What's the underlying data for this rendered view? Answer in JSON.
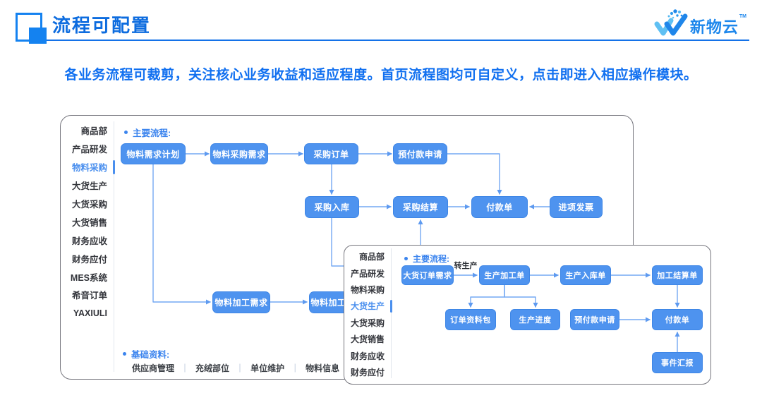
{
  "header": {
    "title": "流程可配置",
    "logo_text": "新物云",
    "logo_tm": "TM"
  },
  "subtitle": "各业务流程可裁剪，关注核心业务收益和适应程度。首页流程图均可自定义，点击即进入相应操作模块。",
  "colors": {
    "accent": "#1472e8",
    "node_fill": "#4e93ef",
    "node_border": "#3e86e6",
    "connector": "#74a8f3",
    "selected_item": "#4a8fee"
  },
  "panels": [
    {
      "sidebar": {
        "items": [
          "商品部",
          "产品研发",
          "物料采购",
          "大货生产",
          "大货采购",
          "大货销售",
          "财务应收",
          "财务应付",
          "MES系统",
          "希音订单",
          "YAXIULI"
        ],
        "selected_index": 2
      },
      "flow_label": "主要流程:",
      "nodes": [
        {
          "id": "mrp",
          "label": "物料需求计划"
        },
        {
          "id": "pur_req",
          "label": "物料采购需求"
        },
        {
          "id": "po",
          "label": "采购订单"
        },
        {
          "id": "prepay",
          "label": "预付款申请"
        },
        {
          "id": "inbound",
          "label": "采购入库"
        },
        {
          "id": "settle",
          "label": "采购结算"
        },
        {
          "id": "pay",
          "label": "付款单"
        },
        {
          "id": "invoice",
          "label": "进项发票"
        },
        {
          "id": "proc_req",
          "label": "物料加工需求"
        },
        {
          "id": "proc_order",
          "label": "物料加工订单"
        }
      ],
      "edges": [
        {
          "from": "mrp",
          "to": "pur_req"
        },
        {
          "from": "pur_req",
          "to": "po"
        },
        {
          "from": "po",
          "to": "prepay"
        },
        {
          "from": "po",
          "to": "inbound"
        },
        {
          "from": "prepay",
          "to": "pay"
        },
        {
          "from": "inbound",
          "to": "settle"
        },
        {
          "from": "settle",
          "to": "pay"
        },
        {
          "from": "invoice",
          "to": "pay"
        },
        {
          "from": "offpanel",
          "to": "settle"
        },
        {
          "from": "inbound",
          "to": "offpanel"
        },
        {
          "from": "mrp",
          "to": "proc_req"
        },
        {
          "from": "proc_req",
          "to": "proc_order"
        }
      ],
      "base_label": "基础资料:",
      "base_items": [
        "供应商管理",
        "充绒部位",
        "单位维护",
        "物料信息"
      ],
      "base_separator": "｜"
    },
    {
      "sidebar": {
        "items": [
          "商品部",
          "产品研发",
          "物料采购",
          "大货生产",
          "大货采购",
          "大货销售",
          "财务应收",
          "财务应付"
        ],
        "selected_index": 3
      },
      "flow_label": "主要流程:",
      "nodes": [
        {
          "id": "order_req",
          "label": "大货订单需求"
        },
        {
          "id": "prod_order",
          "label": "生产加工单"
        },
        {
          "id": "prod_in",
          "label": "生产入库单"
        },
        {
          "id": "proc_settle",
          "label": "加工结算单"
        },
        {
          "id": "order_pack",
          "label": "订单资料包"
        },
        {
          "id": "progress",
          "label": "生产进度"
        },
        {
          "id": "prepay",
          "label": "预付款申请"
        },
        {
          "id": "pay",
          "label": "付款单"
        },
        {
          "id": "event",
          "label": "事件汇报"
        }
      ],
      "edges": [
        {
          "from": "order_req",
          "to": "prod_order",
          "label": "转生产"
        },
        {
          "from": "prod_order",
          "to": "prod_in"
        },
        {
          "from": "prod_in",
          "to": "proc_settle"
        },
        {
          "from": "prod_order",
          "to": "order_pack"
        },
        {
          "from": "prod_order",
          "to": "progress"
        },
        {
          "from": "proc_settle",
          "to": "pay"
        },
        {
          "from": "prepay",
          "to": "pay"
        },
        {
          "from": "event",
          "to": "pay"
        }
      ]
    }
  ]
}
